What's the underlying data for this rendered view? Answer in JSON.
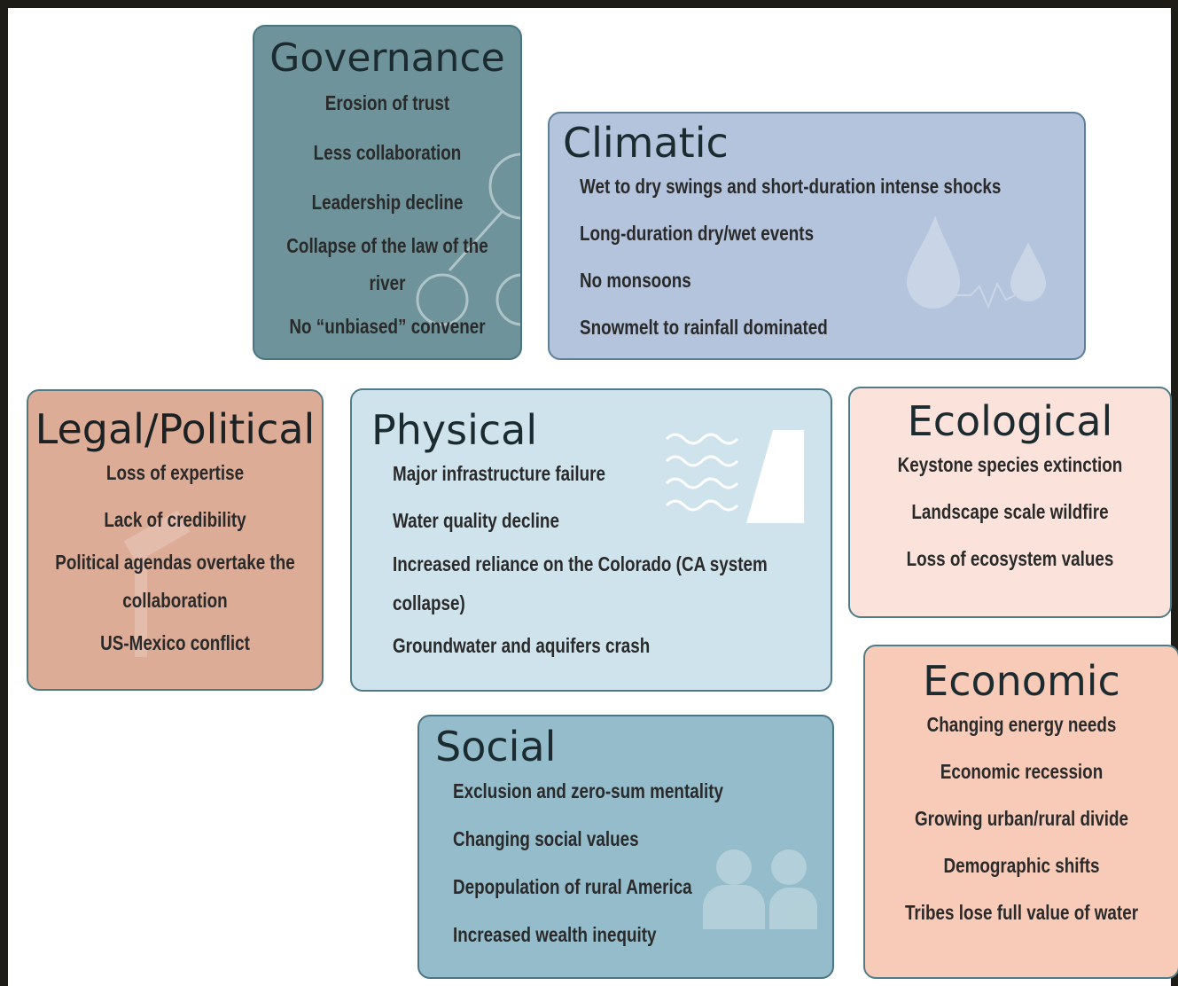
{
  "boxes": {
    "governance": {
      "title": "Governance",
      "items": [
        "Erosion of trust",
        "Less collaboration",
        "Leadership decline",
        "Collapse of the law of the river",
        "No “unbiased” convener"
      ],
      "color": "#6e939a"
    },
    "climatic": {
      "title": "Climatic",
      "items": [
        "Wet to dry swings and short-duration intense shocks",
        "Long-duration dry/wet events",
        "No monsoons",
        "Snowmelt to rainfall dominated"
      ],
      "color": "#b4c4dc"
    },
    "legal": {
      "title": "Legal/Political",
      "items": [
        "Loss of expertise",
        "Lack of credibility",
        "Political agendas overtake the collaboration",
        "US-Mexico conflict"
      ],
      "color": "#dcac97"
    },
    "physical": {
      "title": "Physical",
      "items": [
        "Major infrastructure failure",
        "Water quality decline",
        "Increased reliance on the Colorado (CA system collapse)",
        "Groundwater and aquifers crash"
      ],
      "color": "#cfe3ec"
    },
    "ecological": {
      "title": "Ecological",
      "items": [
        "Keystone species extinction",
        "Landscape scale wildfire",
        "Loss of ecosystem values"
      ],
      "color": "#fbe3db"
    },
    "economic": {
      "title": "Economic",
      "items": [
        "Changing energy needs",
        "Economic recession",
        "Growing urban/rural divide",
        "Demographic shifts",
        "Tribes lose full value of water"
      ],
      "color": "#f8cab8"
    },
    "social": {
      "title": "Social",
      "items": [
        "Exclusion and zero-sum mentality",
        "Changing social values",
        "Depopulation of rural America",
        "Increased wealth inequity"
      ],
      "color": "#94bccb"
    }
  },
  "icons": {
    "governance": "network-icon",
    "climatic": "raindrops-icon",
    "legal": "gavel-icon",
    "physical": "dam-waves-icon",
    "social": "people-icon"
  }
}
